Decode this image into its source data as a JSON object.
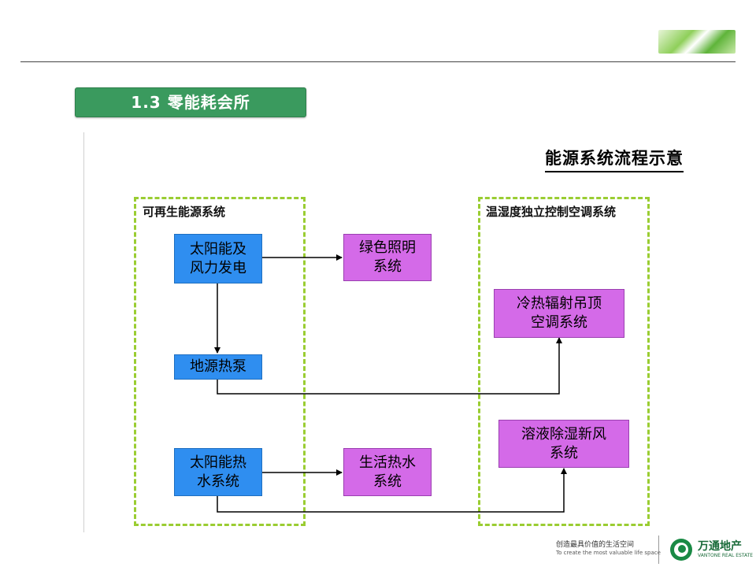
{
  "header": {
    "section_title": "1.3  零能耗会所"
  },
  "diagram": {
    "title": "能源系统流程示意",
    "groups": {
      "renewable": "可再生能源系统",
      "hvac": "温湿度独立控制空调系统"
    },
    "nodes": {
      "solar_wind": "太阳能及\n风力发电",
      "ground_pump": "地源热泵",
      "solar_water": "太阳能热\n水系统",
      "green_light": "绿色照明\n系统",
      "hot_water": "生活热水\n系统",
      "radiant_ceiling": "冷热辐射吊顶\n空调系统",
      "desiccant_air": "溶液除湿新风\n系统"
    },
    "colors": {
      "node_blue": "#2f8ef0",
      "node_purple": "#d46ae8",
      "group_border": "#9acd32",
      "title_bar": "#3a9a5e"
    }
  },
  "footer": {
    "slogan": "创造最具价值的生活空间",
    "slogan_en": "To create the most valuable life space",
    "brand": "万通地产",
    "brand_en": "VANTONE REAL ESTATE"
  }
}
